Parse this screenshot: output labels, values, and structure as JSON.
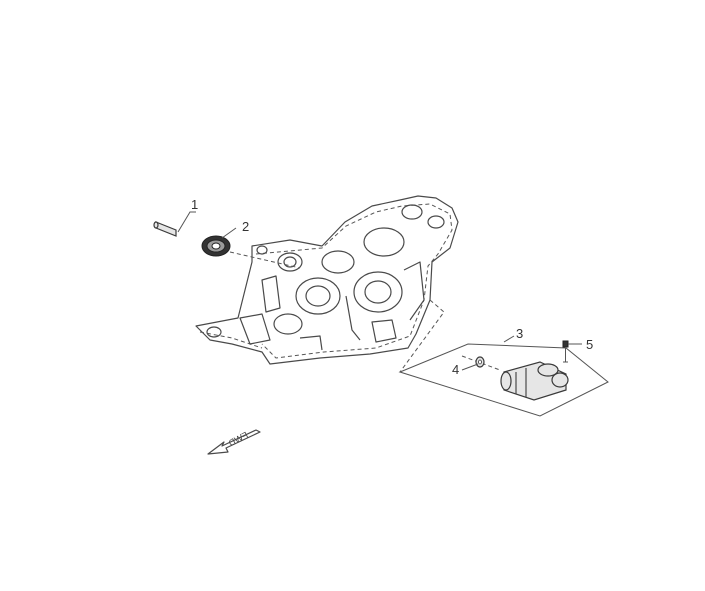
{
  "callouts": [
    {
      "number": "1",
      "part": "dowel-pin"
    },
    {
      "number": "2",
      "part": "oil-seal"
    },
    {
      "number": "3",
      "part": "starter-motor-assembly"
    },
    {
      "number": "4",
      "part": "o-ring"
    },
    {
      "number": "5",
      "part": "bolt"
    }
  ],
  "direction_label": "FWD",
  "colors": {
    "line": "#4a4a4a",
    "text": "#333333",
    "background": "#ffffff"
  }
}
